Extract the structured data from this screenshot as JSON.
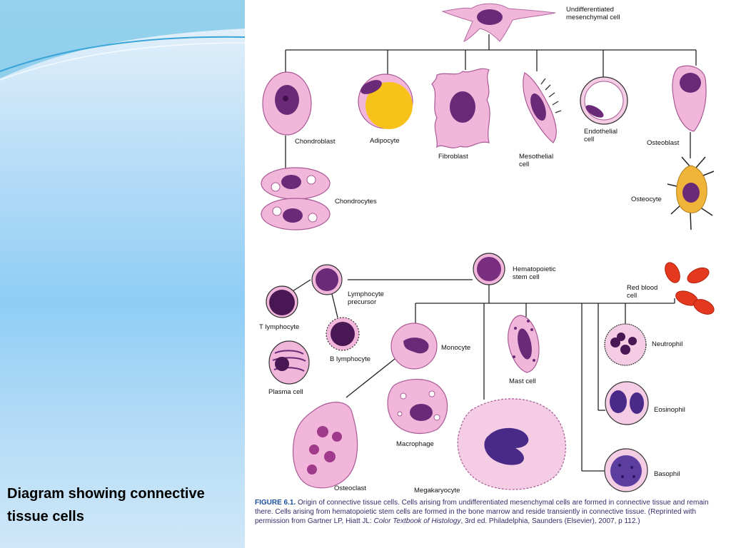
{
  "slide": {
    "caption_title": "Diagram showing connective tissue cells"
  },
  "diagram": {
    "labels": {
      "mesenchymal_1": "Undifferentiated",
      "mesenchymal_2": "mesenchymal cell",
      "chondroblast": "Chondroblast",
      "adipocyte": "Adipocyte",
      "fibroblast": "Fibroblast",
      "mesothelial_1": "Mesothelial",
      "mesothelial_2": "cell",
      "endothelial_1": "Endothelial",
      "endothelial_2": "cell",
      "osteoblast": "Osteoblast",
      "chondrocytes": "Chondrocytes",
      "osteocyte": "Osteocyte",
      "hematopoietic_1": "Hematopoietic",
      "hematopoietic_2": "stem cell",
      "rbc_1": "Red blood",
      "rbc_2": "cell",
      "lymph_prec_1": "Lymphocyte",
      "lymph_prec_2": "precursor",
      "t_lymphocyte": "T lymphocyte",
      "b_lymphocyte": "B lymphocyte",
      "plasma_cell": "Plasma cell",
      "monocyte": "Monocyte",
      "mast_cell": "Mast cell",
      "neutrophil": "Neutrophil",
      "eosinophil": "Eosinophil",
      "basophil": "Basophil",
      "macrophage": "Macrophage",
      "osteoclast": "Osteoclast",
      "megakaryocyte": "Megakaryocyte"
    },
    "figure_caption": {
      "number": "FIGURE 6.1.",
      "text": " Origin of connective tissue cells. Cells arising from undifferentiated mesenchymal cells are formed in connective tissue and remain there. Cells arising from hematopoietic stem cells are formed in the bone marrow and reside transiently in connective tissue. (Reprinted with permission from Gartner LP, Hiatt JL: ",
      "book": "Color Textbook of Histology",
      "tail": ", 3rd ed. Philadelphia, Saunders (Elsevier), 2007, p 112.)"
    }
  },
  "colors": {
    "cell_pink": "#f2b6da",
    "nucleus_purple": "#6a2a78",
    "adipocyte_yellow": "#f7c21a",
    "osteocyte_orange": "#f0b43a",
    "rbc_red": "#e4391f"
  }
}
